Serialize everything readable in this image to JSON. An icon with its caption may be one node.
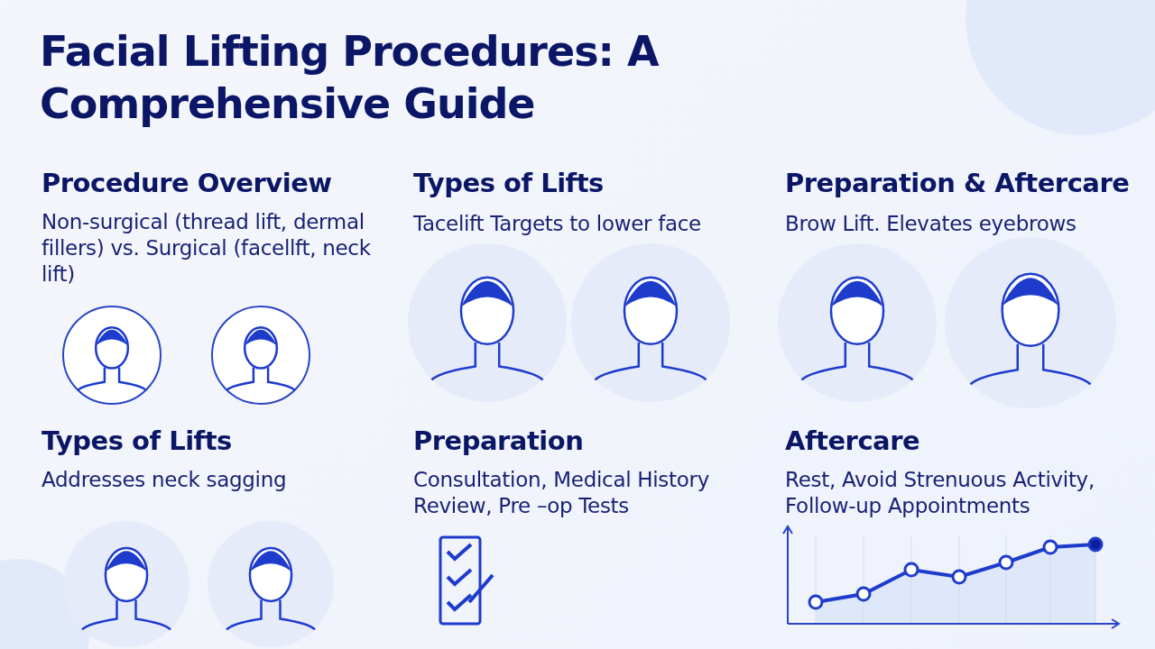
{
  "diagram": {
    "title": "Facial Lifting Procedures: A Comprehensive Guide",
    "labels": [
      "Procedure Overview",
      "Non-surgical (thread lift, dermal fillers) vs. Surgical (facellft, neck lift)",
      "Types of Lifts",
      "Tacelift Targets to lower face",
      "Preparation & Aftercare",
      "Brow Lift. Elevates eyebrows",
      "Types of Lifts",
      "Addresses neck sagging",
      "Preparation",
      "Consultation, Medical History Review, Pre –op Tests",
      "Aftercare",
      "Rest, Avoid Strenuous Activity, Follow-up Appointments"
    ]
  }
}
